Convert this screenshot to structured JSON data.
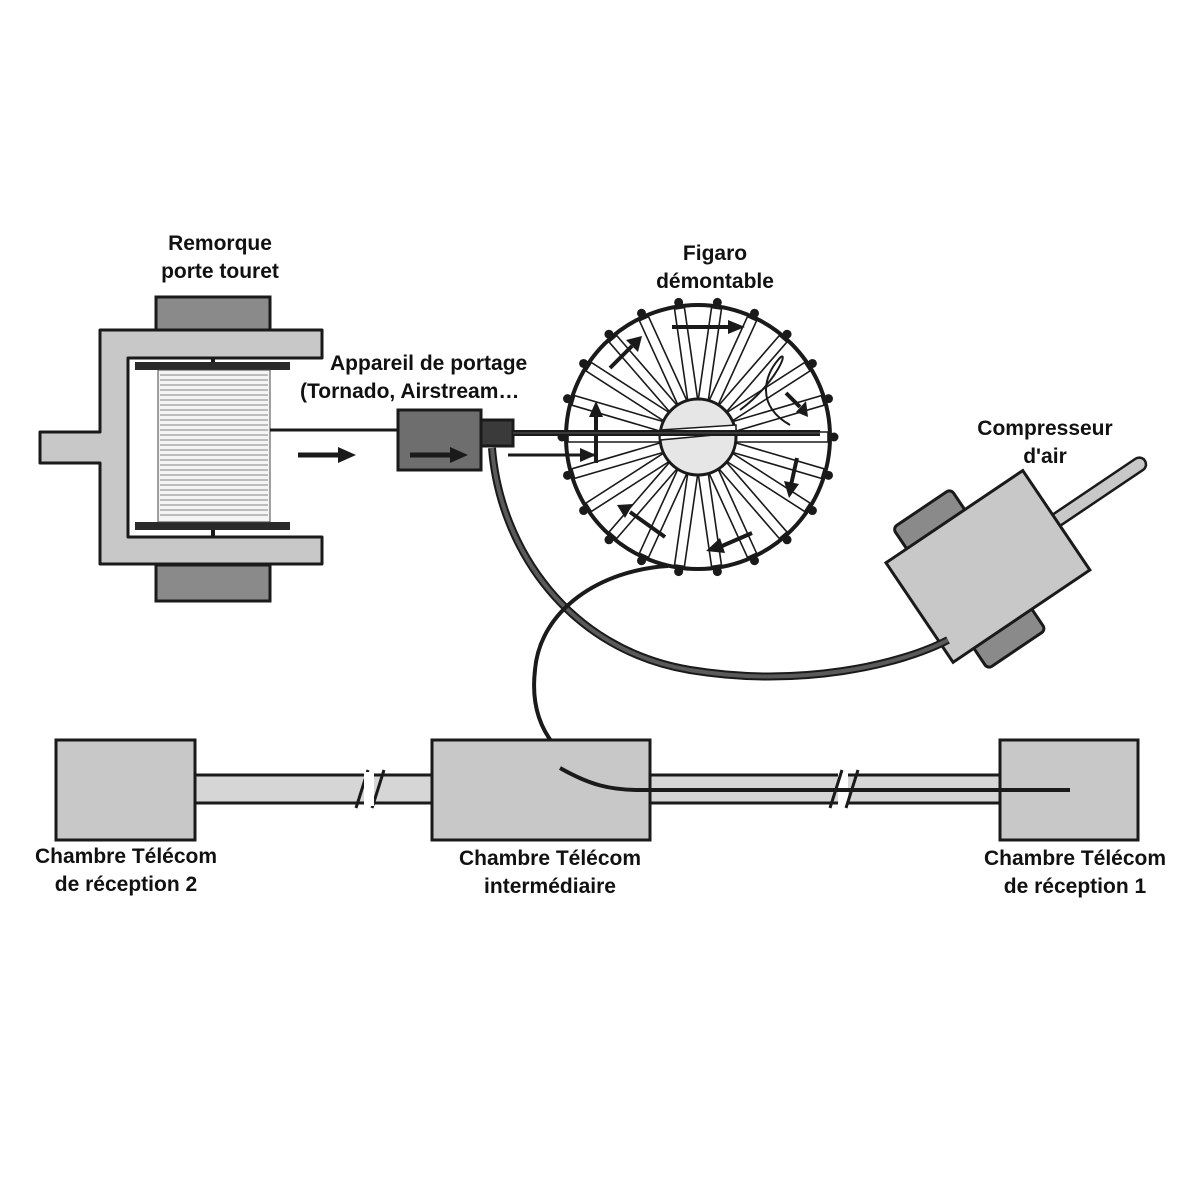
{
  "labels": {
    "trailer": {
      "line1": "Remorque",
      "line2": "porte touret"
    },
    "figaro": {
      "line1": "Figaro",
      "line2": "démontable"
    },
    "device": {
      "line1": "Appareil de portage",
      "line2": "(Tornado, Airstream…"
    },
    "compressor": {
      "line1": "Compresseur",
      "line2": "d'air"
    },
    "chamber_rx2": {
      "line1": "Chambre Télécom",
      "line2": "de réception 2"
    },
    "chamber_mid": {
      "line1": "Chambre Télécom",
      "line2": "intermédiaire"
    },
    "chamber_rx1": {
      "line1": "Chambre Télécom",
      "line2": "de réception 1"
    }
  },
  "colors": {
    "fill_light": "#c8c8c8",
    "fill_mid": "#8a8a8a",
    "fill_dark": "#5a5a5a",
    "stroke": "#1a1a1a",
    "duct": "#d6d6d6"
  }
}
